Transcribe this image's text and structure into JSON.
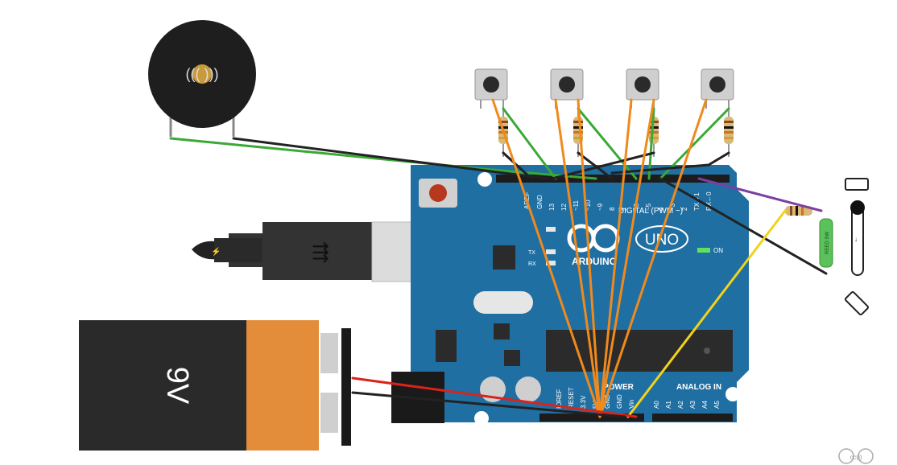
{
  "battery": {
    "label": "9V"
  },
  "board": {
    "brand": "ARDUINO",
    "model": "UNO",
    "digital_header": "DIGITAL (PWM ~)",
    "power_header": "POWER",
    "analog_header": "ANALOG IN",
    "on_label": "ON",
    "tx_label": "TX",
    "rx_label": "RX",
    "aref_label": "AREF",
    "gnd_label": "GND",
    "digital_pins": [
      "13",
      "12",
      "~11",
      "~10",
      "~9",
      "8",
      "7",
      "~6",
      "~5",
      "4",
      "~3",
      "2",
      "TX→1",
      "RX←0"
    ],
    "power_pins": [
      "IOREF",
      "RESET",
      "3.3V",
      "5V",
      "GND",
      "GND",
      "Vin"
    ],
    "analog_pins": [
      "A0",
      "A1",
      "A2",
      "A3",
      "A4",
      "A5"
    ]
  },
  "reed_switch": {
    "label": "REED SW"
  },
  "license": {
    "text": "cc(i)"
  },
  "colors": {
    "board_blue": "#1f6fa3",
    "wire_green": "#3aa935",
    "wire_black": "#222222",
    "wire_orange": "#f08a1c",
    "wire_purple": "#7a3fa0",
    "wire_yellow": "#f2d21b",
    "wire_red": "#d9231b",
    "battery_orange": "#e38d3b"
  }
}
